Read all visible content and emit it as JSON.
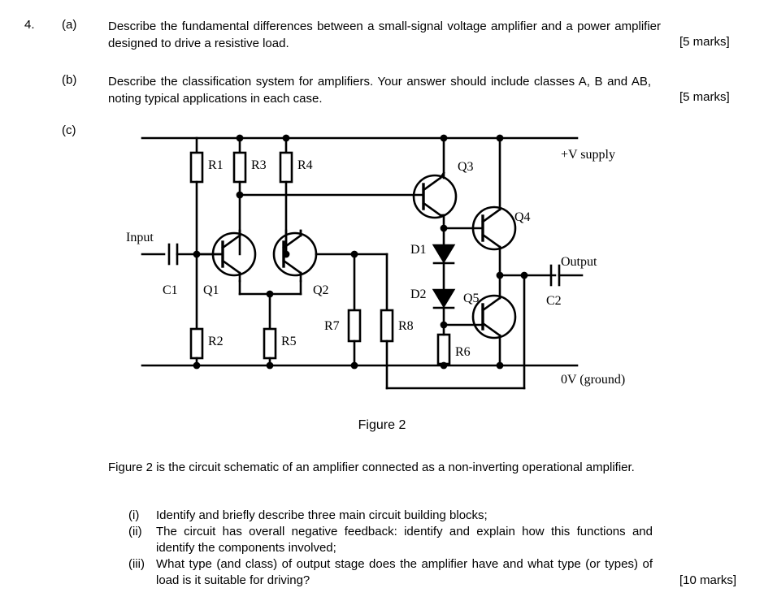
{
  "question": {
    "number": "4.",
    "parts": [
      {
        "label": "(a)",
        "text": "Describe the fundamental differences between a small-signal voltage amplifier and a power amplifier designed to drive a resistive load.",
        "marks": "[5 marks]"
      },
      {
        "label": "(b)",
        "text": "Describe the classification system for amplifiers. Your answer should include classes A, B and AB, noting typical applications in each case.",
        "marks": "[5 marks]"
      },
      {
        "label": "(c)",
        "text": "",
        "marks": ""
      }
    ]
  },
  "figure": {
    "caption": "Figure 2",
    "intro": "Figure 2 is the circuit schematic of an amplifier connected as a non-inverting operational amplifier.",
    "sub_questions": [
      {
        "marker": "(i)",
        "text": "Identify and briefly describe three main circuit building blocks;"
      },
      {
        "marker": "(ii)",
        "text": "The circuit has overall negative feedback: identify and explain how this functions and identify the components involved;"
      },
      {
        "marker": "(iii)",
        "text": "What type (and class) of output stage does the amplifier have and what type (or types) of load is it suitable for driving?"
      }
    ],
    "final_marks": "[10 marks]",
    "rails": {
      "positive_supply": "+V supply",
      "ground": "0V (ground)"
    },
    "ports": {
      "input": "Input",
      "output": "Output"
    },
    "components": {
      "resistors": [
        "R1",
        "R2",
        "R3",
        "R4",
        "R5",
        "R6",
        "R7",
        "R8"
      ],
      "capacitors": [
        "C1",
        "C2"
      ],
      "transistors": [
        "Q1",
        "Q2",
        "Q3",
        "Q4",
        "Q5"
      ],
      "diodes": [
        "D1",
        "D2"
      ]
    },
    "labels": {
      "R1": "R1",
      "R2": "R2",
      "R3": "R3",
      "R4": "R4",
      "R5": "R5",
      "R6": "R6",
      "R7": "R7",
      "R8": "R8",
      "C1": "C1",
      "C2": "C2",
      "Q1": "Q1",
      "Q2": "Q2",
      "Q3": "Q3",
      "Q4": "Q4",
      "Q5": "Q5",
      "D1": "D1",
      "D2": "D2"
    }
  },
  "colors": {
    "ink": "#000000",
    "paper": "#ffffff"
  }
}
